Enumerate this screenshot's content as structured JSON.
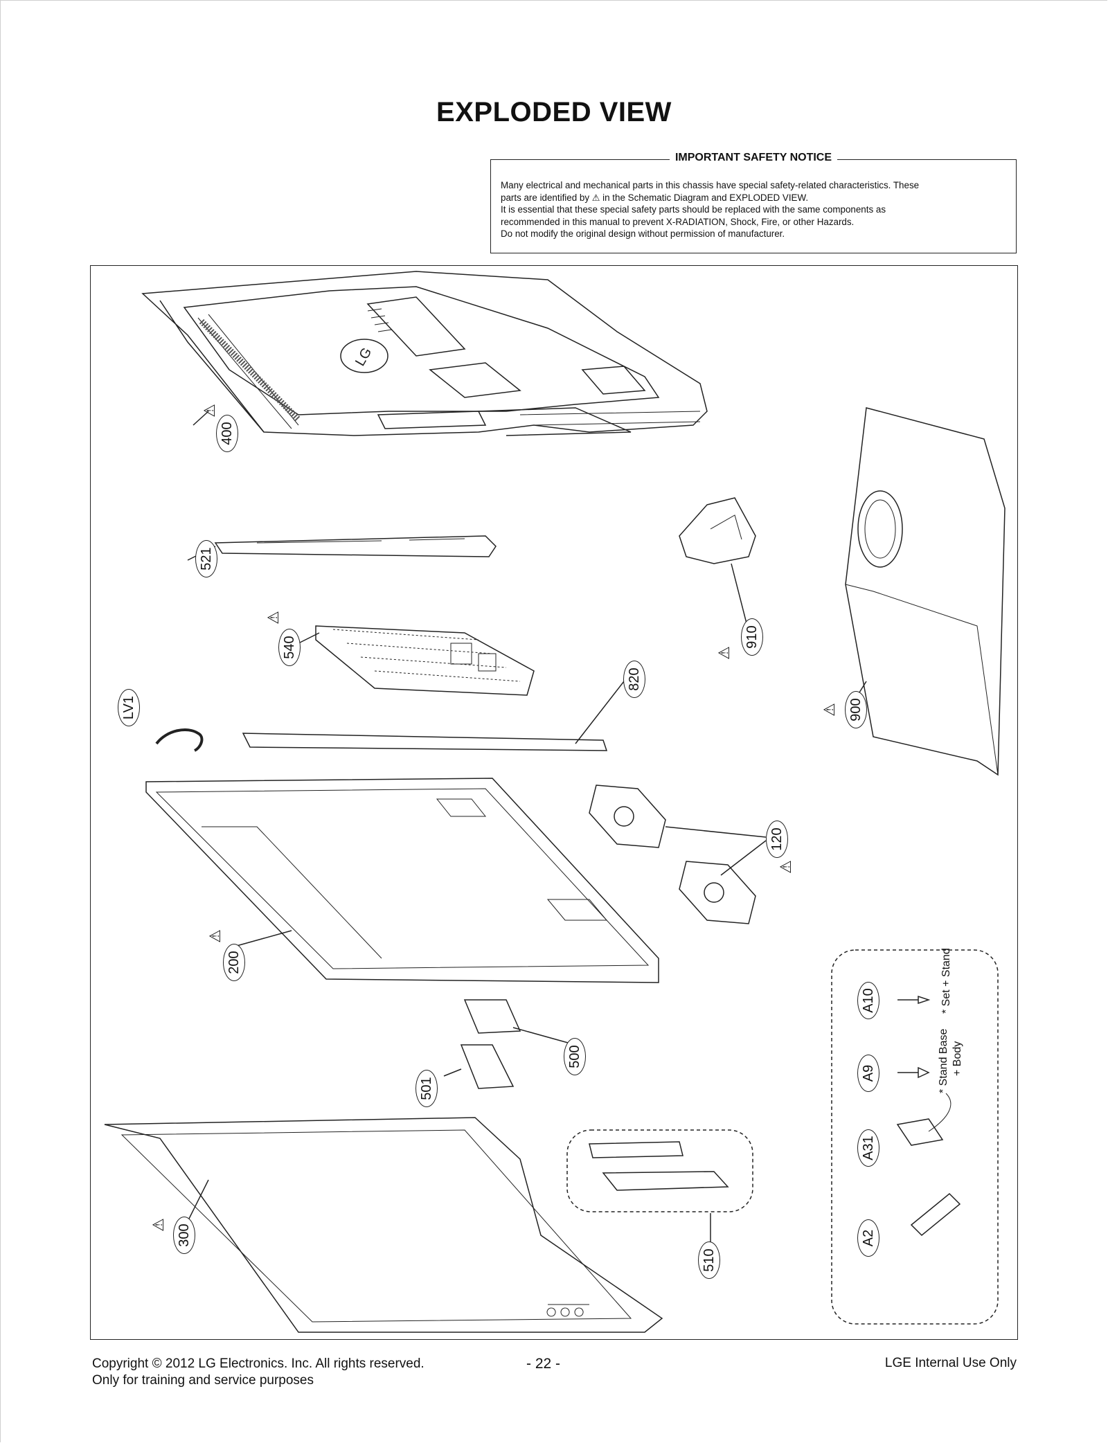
{
  "page": {
    "title": "EXPLODED VIEW"
  },
  "notice": {
    "heading": "IMPORTANT SAFETY NOTICE",
    "line1": "Many electrical and mechanical parts in this chassis have special safety-related characteristics. These",
    "line2_pre": "parts are identified by",
    "line2_post": "in the Schematic Diagram and EXPLODED VIEW.",
    "line3": "It is essential that these special safety parts should be replaced with the same components as",
    "line4": "recommended in this manual to prevent X-RADIATION, Shock, Fire, or other Hazards.",
    "line5": "Do not modify the original design without permission of manufacturer.",
    "warning_symbol": "⚠"
  },
  "parts": {
    "p400": "400",
    "p521": "521",
    "p540": "540",
    "plv1": "LV1",
    "p820": "820",
    "p910": "910",
    "p900": "900",
    "p120": "120",
    "p200": "200",
    "p500": "500",
    "p501": "501",
    "p300": "300",
    "p510": "510",
    "pA10": "A10",
    "pA9": "A9",
    "pA31": "A31",
    "pA2": "A2"
  },
  "accessory_notes": {
    "set_stand": "* Set + Stand",
    "stand_base_1": "* Stand Base",
    "stand_base_2": "+ Body"
  },
  "logo_text": "LG",
  "footer": {
    "copyright": "Copyright © 2012 LG Electronics. Inc. All rights reserved.",
    "training": "Only for training and service purposes",
    "page_number": "- 22 -",
    "internal": "LGE Internal Use Only"
  }
}
